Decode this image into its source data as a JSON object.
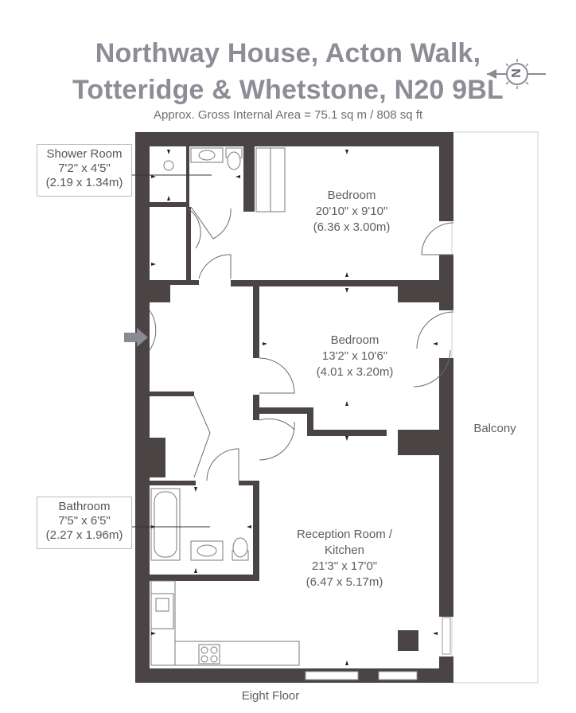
{
  "header": {
    "line1": "Northway House, Acton Walk,",
    "line2": "Totteridge & Whetstone, N20 9BL",
    "area": "Approx. Gross Internal Area = 75.1 sq m / 808 sq ft"
  },
  "compass": {
    "letter": "N"
  },
  "rooms": {
    "shower": {
      "name": "Shower Room",
      "imperial": "7'2\" x 4'5\"",
      "metric": "(2.19 x 1.34m)"
    },
    "bedroom1": {
      "name": "Bedroom",
      "imperial": "20'10\" x 9'10\"",
      "metric": "(6.36 x 3.00m)"
    },
    "bedroom2": {
      "name": "Bedroom",
      "imperial": "13'2\" x 10'6\"",
      "metric": "(4.01 x 3.20m)"
    },
    "bathroom": {
      "name": "Bathroom",
      "imperial": "7'5\" x 6'5\"",
      "metric": "(2.27 x 1.96m)"
    },
    "reception": {
      "name1": "Reception Room /",
      "name2": "Kitchen",
      "imperial": "21'3\" x 17'0\"",
      "metric": "(6.47 x 5.17m)"
    },
    "balcony": {
      "name": "Balcony"
    }
  },
  "floor_label": "Eight Floor",
  "colors": {
    "wall": "#4a4444",
    "title": "#8d8d97",
    "text": "#5d5d66"
  }
}
